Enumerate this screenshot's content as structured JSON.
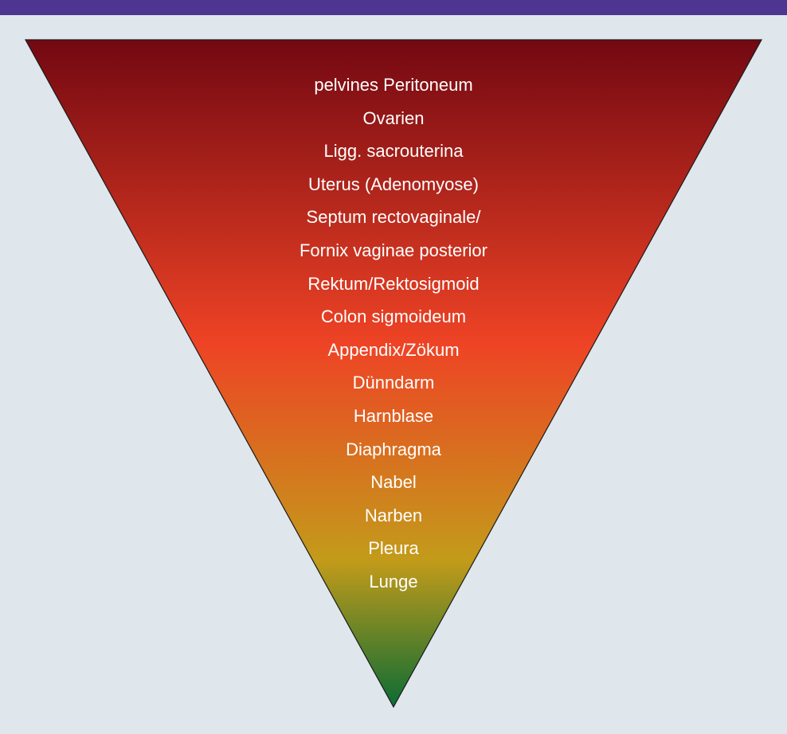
{
  "colors": {
    "header_bar": "#4e3592",
    "background": "#dfe6ec",
    "gradient_top": "#730812",
    "gradient_mid": "#ee4325",
    "gradient_yellow": "#c39b1a",
    "gradient_bottom": "#0c6c35"
  },
  "triangle": {
    "labels": [
      "pelvines Peritoneum",
      "Ovarien",
      "Ligg. sacrouterina",
      "Uterus (Adenomyose)",
      "Septum rectovaginale/",
      "Fornix vaginae posterior",
      "Rektum/Rektosigmoid",
      "Colon sigmoideum",
      "Appendix/Zökum",
      "Dünndarm",
      "Harnblase",
      "Diaphragma",
      "Nabel",
      "Narben",
      "Pleura",
      "Lunge"
    ]
  }
}
